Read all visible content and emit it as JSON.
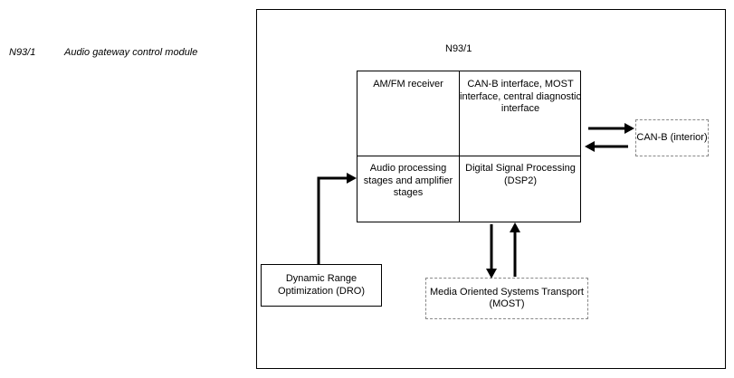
{
  "legend": {
    "code": "N93/1",
    "description": "Audio gateway control module"
  },
  "frame": {
    "title": "N93/1"
  },
  "module": {
    "cells": [
      {
        "label": "AM/FM receiver"
      },
      {
        "label": "CAN-B interface, MOST interface, central diagnostic interface"
      },
      {
        "label": "Audio processing stages and amplifier stages"
      },
      {
        "label": "Digital Signal Processing (DSP2)"
      }
    ]
  },
  "external": {
    "dro": "Dynamic Range Optimization (DRO)",
    "most": "Media Oriented Systems Transport (MOST)",
    "canb": "CAN-B (interior)"
  }
}
